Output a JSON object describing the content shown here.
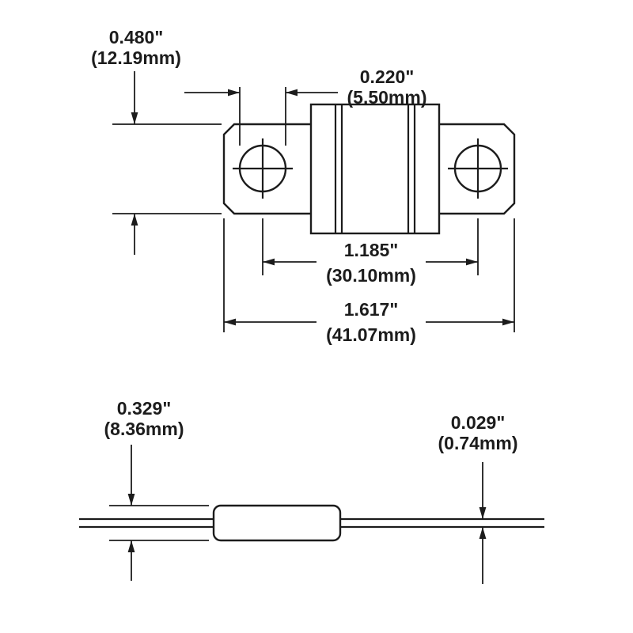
{
  "drawing": {
    "type": "fuse-dimensional-drawing",
    "background": "#ffffff",
    "line_color": "#1c1c1c"
  },
  "dimensions": {
    "flange_height": {
      "inch": "0.480\"",
      "mm": "(12.19mm)"
    },
    "hole_diameter": {
      "inch": "0.220\"",
      "mm": "(5.50mm)"
    },
    "hole_spacing": {
      "inch": "1.185\"",
      "mm": "(30.10mm)"
    },
    "overall_length": {
      "inch": "1.617\"",
      "mm": "(41.07mm)"
    },
    "body_thickness": {
      "inch": "0.329\"",
      "mm": "(8.36mm)"
    },
    "terminal_thickness": {
      "inch": "0.029\"",
      "mm": "(0.74mm)"
    }
  }
}
